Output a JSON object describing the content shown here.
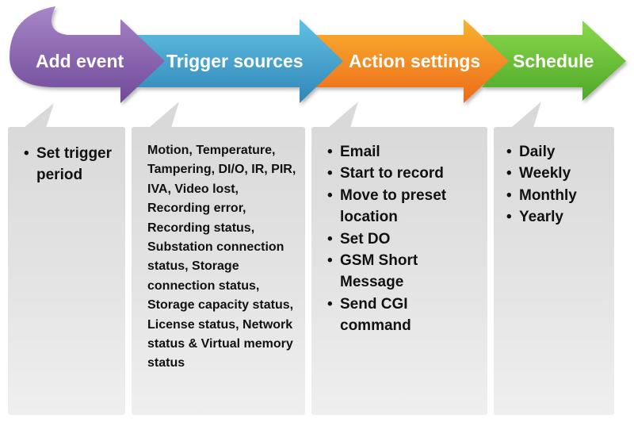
{
  "stages": [
    {
      "label": "Add event",
      "color_light": "#a886c8",
      "color_dark": "#6f4a98"
    },
    {
      "label": "Trigger sources",
      "color_light": "#62c0e4",
      "color_dark": "#2f86b6"
    },
    {
      "label": "Action settings",
      "color_light": "#f8b230",
      "color_dark": "#ee6a1a"
    },
    {
      "label": "Schedule",
      "color_light": "#8ad84c",
      "color_dark": "#4ea828"
    }
  ],
  "panels": {
    "add_event": {
      "items": [
        "Set trigger period"
      ]
    },
    "trigger_sources": {
      "text": "Motion, Temperature, Tampering, DI/O, IR, PIR, IVA, Video lost, Recording error, Recording status, Substation connection status, Storage connection status, Storage capacity status, License status, Network status & Virtual memory status"
    },
    "action_settings": {
      "items": [
        "Email",
        "Start to record",
        "Move to preset location",
        "Set DO",
        "GSM Short Message",
        "Send CGI command"
      ]
    },
    "schedule": {
      "items": [
        "Daily",
        "Weekly",
        "Monthly",
        "Yearly"
      ]
    }
  },
  "colors": {
    "panel_gray": "#e0e0e0",
    "text": "#111111"
  }
}
